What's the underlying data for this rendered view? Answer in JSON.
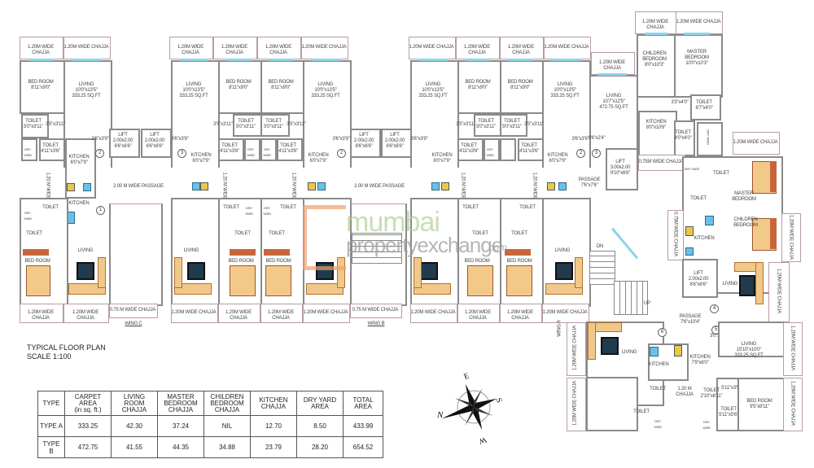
{
  "plan": {
    "title": "TYPICAL FLOOR PLAN",
    "scale": "SCALE 1:100",
    "watermark": {
      "line1": "mumbai",
      "line2": "propertyexchange",
      "suffix": ".com"
    },
    "wings": [
      "WING C",
      "WING B",
      "WING A"
    ],
    "labels": {
      "chajja_120": "1.20M WIDE CHAJJA",
      "chajja_075": "0.75 M WIDE CHAJJA",
      "chajja_075m": "0.75M WIDE CHAJJA",
      "chajja_120_vert": "1.20 M WIDE CHAJJA",
      "chajja_120_short": "1.20 M\nCHAJJA",
      "passage_200": "2.00 M WIDE PASSAGE",
      "lift_small": "LIFT\n2.00x2.00\n6'6\"x6'6\"",
      "lift_large": "LIFT\n3.00x2.00\n9'10\"x6'6\"",
      "bedroom_a": "BED ROOM\n8'11\"x9'0\"",
      "living_a": "LIVING\n10'0\"x13'5\"\n333.25 SQ.FT",
      "toilet_a1": "TOILET\n5'0\"x3'11\"",
      "toilet_a2": "TOILET\n4'11\"x3'6\"",
      "kitchen_a": "KITCHEN\n6'0\"x7'9\"",
      "passage_a": "3'5\"x3'11\"",
      "dim_a": "3'6\"x3'9\"",
      "dry_yard": "DRY YARD",
      "kitchen": "KITCHEN",
      "toilet": "TOILET",
      "living": "LIVING",
      "bed_room": "BED ROOM",
      "children_bedroom_plan": "CHILDREN\nBEDROOM\n8'0\"x10'3\"",
      "master_bedroom_plan": "MASTER\nBEDROOM\n10'0\"x10'3\"",
      "living_b": "LIVING\n10'7\"x12'5\"\n472.75 SQ.FT",
      "kitchen_b": "KITCHEN\n8'0\"x10'6\"",
      "toilet_b1": "TOILET\n6'7\"x4'0\"",
      "toilet_b2": "TOILET\n4'0\"x4'0\"",
      "dim_b1": "3'3\"x4'0\"",
      "dim_b2": "3'6\"x2'4\"",
      "passage_b": "PASSAGE\n7'6\"x7'6\"",
      "passage_c": "PASSAGE\n7'6\"x10'4\"",
      "master_bedroom": "MASTER\nBEDROOM",
      "children_bedroom": "CHILDREN\nBEDROOM",
      "living_c": "LIVING\n15'10\"x10'0\"\n333.25 SQ.FT",
      "kitchen_c": "KITCHEN\n7'9\"x6'0\"",
      "bedroom_c": "BED ROOM\n9'5\"x8'11\"",
      "toilet_c1": "TOILET\n2'10\"x6'11\"",
      "toilet_c2": "TOILET\n5'11\"x5'6\"",
      "dim_c1": "5'11\"x3'5\"",
      "dim_c2": "3'0\"x1'9\"",
      "up": "UP",
      "dn": "DN"
    },
    "unit_numbers": [
      "1",
      "2",
      "3",
      "4",
      "5",
      "6"
    ]
  },
  "area_table": {
    "headers": [
      "TYPE",
      "CARPET AREA\n(in sq. ft.)",
      "LIVING ROOM\nCHAJJA",
      "MASTER\nBEDROOM\nCHAJJA",
      "CHILDREN\nBEDROOM\nCHAJJA",
      "KITCHEN\nCHAJJA",
      "DRY YARD\nAREA",
      "TOTAL\nAREA"
    ],
    "rows": [
      [
        "TYPE A",
        "333.25",
        "42.30",
        "37.24",
        "NIL",
        "12.70",
        "8.50",
        "433.99"
      ],
      [
        "TYPE B",
        "472.75",
        "41.55",
        "44.35",
        "34.88",
        "23.79",
        "28.20",
        "654.52"
      ]
    ]
  },
  "compass": {
    "n": "N",
    "e": "E",
    "s": "S",
    "w": "W"
  }
}
